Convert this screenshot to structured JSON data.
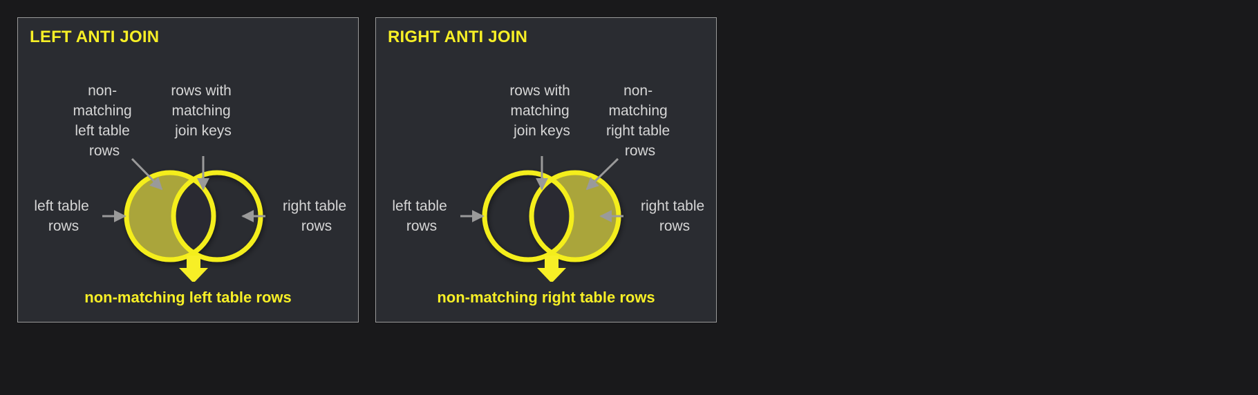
{
  "background_color": "#19191b",
  "panel": {
    "background_color": "#2a2c31",
    "border_color": "#9a9a9a"
  },
  "colors": {
    "accent_yellow": "#f7ef26",
    "circle_stroke": "#f4ee1a",
    "fill_olive": "#aaa53a",
    "annotation_gray": "#9a9a9a",
    "label_text": "#d6d6d6"
  },
  "panels": [
    {
      "id": "left-anti-join",
      "title": "LEFT ANTI JOIN",
      "labels": {
        "top_left": "non-\nmatching\nleft table\nrows",
        "top_right": "rows with\nmatching\njoin keys",
        "side_left": "left table\nrows",
        "side_right": "right table\nrows"
      },
      "caption": "non-matching left table rows",
      "highlight": "left-only"
    },
    {
      "id": "right-anti-join",
      "title": "RIGHT ANTI JOIN",
      "labels": {
        "top_left": "rows with\nmatching\njoin keys",
        "top_right": "non-\nmatching\nright table\nrows",
        "side_left": "left table\nrows",
        "side_right": "right table\nrows"
      },
      "caption": "non-matching right table rows",
      "highlight": "right-only"
    }
  ],
  "icons": {
    "down_arrow": "down-arrow-icon",
    "pointer_arrow": "pointer-arrow-icon"
  }
}
